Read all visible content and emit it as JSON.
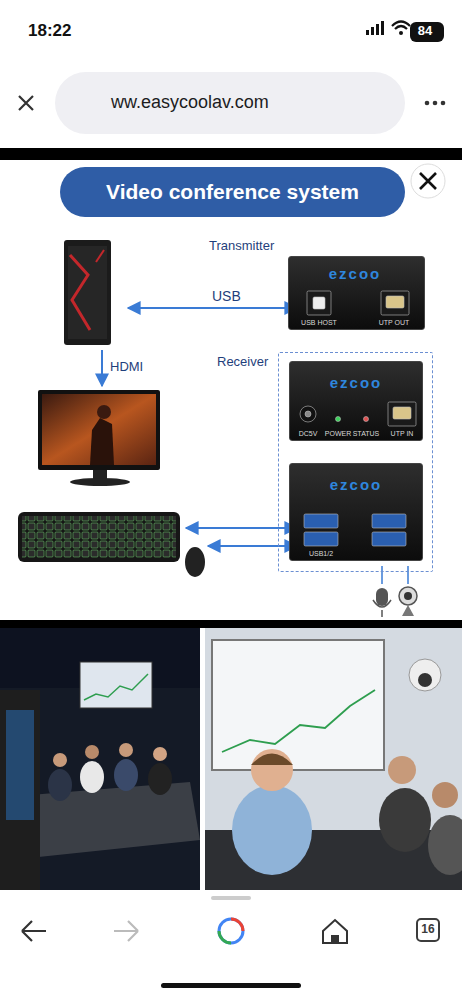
{
  "diagram": {
    "title": "Video conference system",
    "nodes": [
      {
        "text": [
          "84"
        ]
      },
      {
        "text": [
          "ww.easycoolav.com"
        ]
      },
      {
        "text": [
          "Transmitter",
          "ezcoo",
          "USB HOST",
          "UTP OUT"
        ]
      },
      {
        "text": [
          "Receiver"
        ]
      },
      {
        "text": [
          "ezcoo",
          "DC5V",
          "POWER",
          "STATUS",
          "UTP IN"
        ],
        "in": 3
      },
      {
        "text": [
          "ezcoo",
          "USB1/2"
        ],
        "in": 3
      },
      {
        "text": [
          "16"
        ]
      }
    ],
    "edges": [
      {
        "from": 2,
        "to": 4,
        "arrow": "to"
      }
    ],
    "labels": [
      "18:22",
      "USB",
      "HDMI"
    ]
  }
}
